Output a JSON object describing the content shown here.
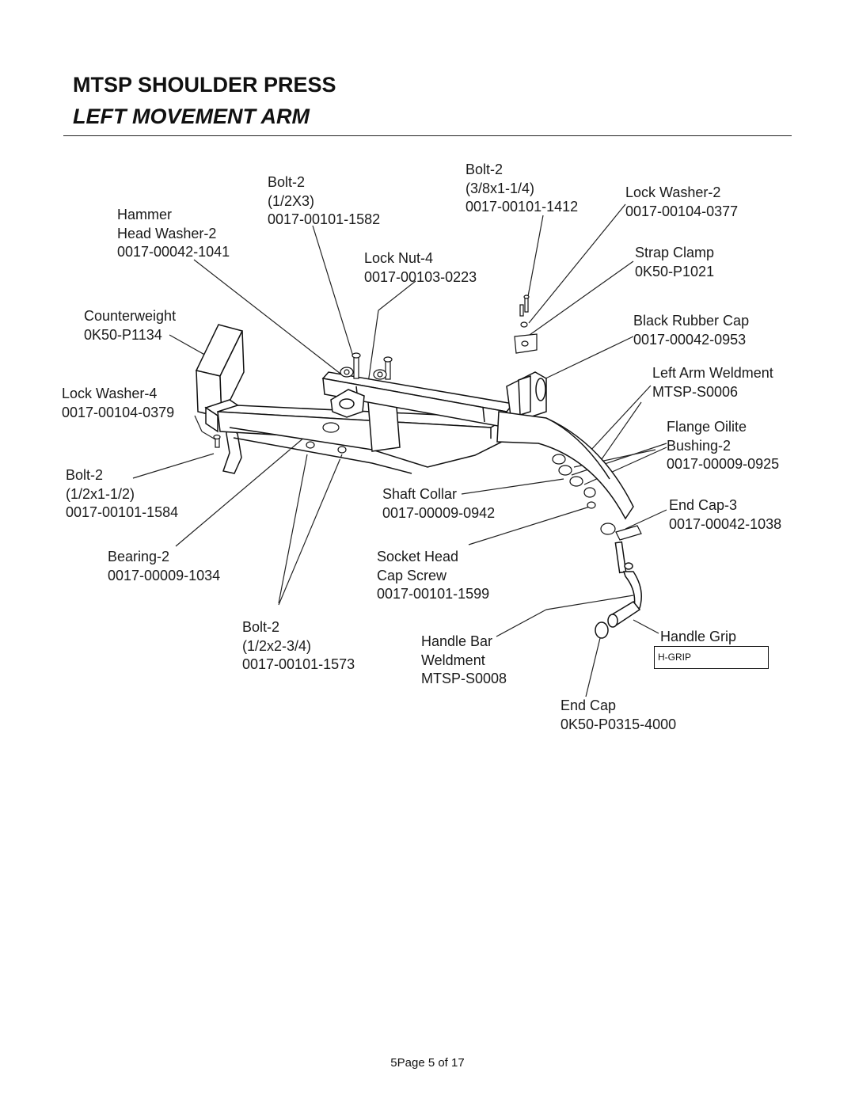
{
  "header": {
    "title": "MTSP SHOULDER PRESS",
    "subtitle": "LEFT  MOVEMENT ARM"
  },
  "labels": {
    "bolt_1582": [
      "Bolt-2",
      "(1/2X3)",
      "0017-00101-1582"
    ],
    "bolt_1412": [
      "Bolt-2",
      "(3/8x1-1/4)",
      "0017-00101-1412"
    ],
    "lock_washer_0377": [
      "Lock Washer-2",
      "0017-00104-0377"
    ],
    "hammer_head_washer": [
      "Hammer",
      "Head Washer-2",
      "0017-00042-1041"
    ],
    "lock_nut": [
      "Lock Nut-4",
      "0017-00103-0223"
    ],
    "strap_clamp": [
      "Strap Clamp",
      "0K50-P1021"
    ],
    "counterweight": [
      "Counterweight",
      "0K50-P1134"
    ],
    "black_rubber_cap": [
      "Black Rubber Cap",
      "0017-00042-0953"
    ],
    "left_arm_weldment": [
      "Left Arm Weldment",
      "MTSP-S0006"
    ],
    "lock_washer_0379": [
      "Lock Washer-4",
      "0017-00104-0379"
    ],
    "flange_oilite": [
      "Flange Oilite",
      "Bushing-2",
      "0017-00009-0925"
    ],
    "bolt_1584": [
      "Bolt-2",
      "(1/2x1-1/2)",
      "0017-00101-1584"
    ],
    "shaft_collar": [
      "Shaft Collar",
      "0017-00009-0942"
    ],
    "end_cap_1038": [
      "End Cap-3",
      "0017-00042-1038"
    ],
    "bearing": [
      "Bearing-2",
      "0017-00009-1034"
    ],
    "socket_head": [
      "Socket Head",
      "Cap Screw",
      "0017-00101-1599"
    ],
    "bolt_1573": [
      "Bolt-2",
      "(1/2x2-3/4)",
      "0017-00101-1573"
    ],
    "handle_bar": [
      "Handle Bar",
      "Weldment",
      "MTSP-S0008"
    ],
    "handle_grip": [
      "Handle Grip"
    ],
    "end_cap_4000": [
      "End Cap",
      "0K50-P0315-4000"
    ]
  },
  "handle_grip_part": "H-GRIP",
  "footer": "5Page 5 of 17"
}
